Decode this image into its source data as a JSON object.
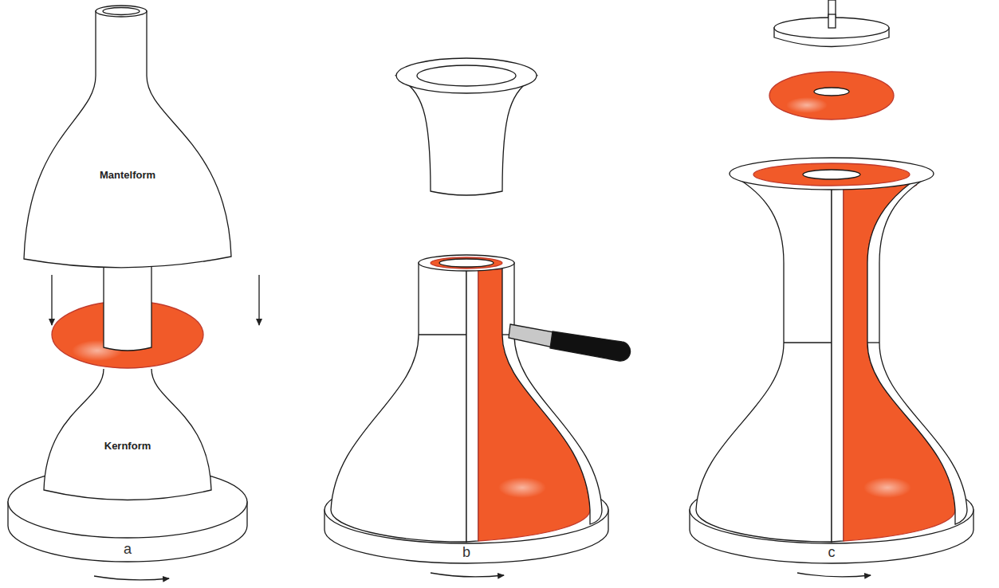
{
  "diagram": {
    "nodes": [
      {
        "text": [
          "Mantelform"
        ]
      },
      {
        "text": [
          "Kernform"
        ]
      }
    ],
    "labels": [
      "a",
      "b",
      "c"
    ]
  }
}
